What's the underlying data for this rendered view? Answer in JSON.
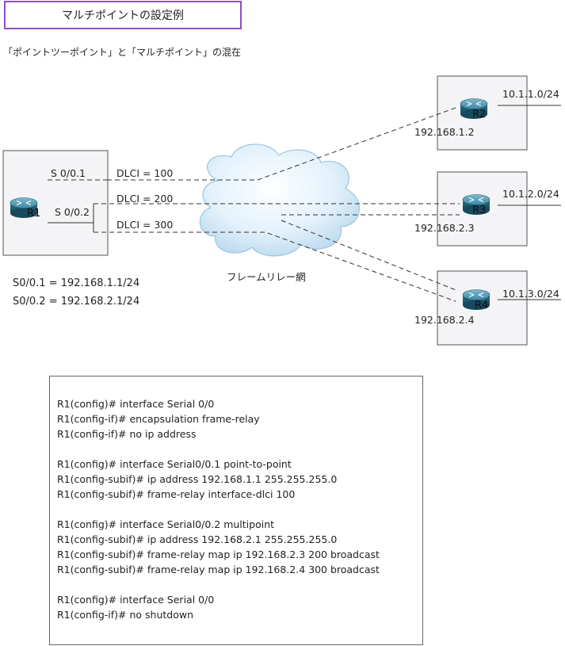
{
  "title": "マルチポイントの設定例",
  "subtitle": "「ポイントツーポイント」と「マルチポイント」の混在",
  "routers": {
    "r1": {
      "name": "R1"
    },
    "r2": {
      "name": "R2",
      "ip": "192.168.1.2",
      "lan": "10.1.1.0/24"
    },
    "r3": {
      "name": "R3",
      "ip": "192.168.2.3",
      "lan": "10.1.2.0/24"
    },
    "r4": {
      "name": "R4",
      "ip": "192.168.2.4",
      "lan": "10.1.3.0/24"
    }
  },
  "interfaces": {
    "s1": "S 0/0.1",
    "s2": "S 0/0.2"
  },
  "dlci": {
    "d100": "DLCI = 100",
    "d200": "DLCI = 200",
    "d300": "DLCI = 300"
  },
  "cloud_label": "フレームリレー網",
  "addresses": [
    "S0/0.1 = 192.168.1.1/24",
    "S0/0.2 = 192.168.2.1/24"
  ],
  "config": [
    [
      "R1(config)# interface Serial 0/0",
      "R1(config-if)# encapsulation frame-relay",
      "R1(config-if)# no ip address"
    ],
    [
      "R1(config)# interface Serial0/0.1 point-to-point",
      "R1(config-subif)# ip address 192.168.1.1 255.255.255.0",
      "R1(config-subif)# frame-relay interface-dlci 100"
    ],
    [
      "R1(config)# interface Serial0/0.2 multipoint",
      "R1(config-subif)# ip address 192.168.2.1 255.255.255.0",
      "R1(config-subif)# frame-relay map ip 192.168.2.3 200 broadcast",
      "R1(config-subif)# frame-relay map ip 192.168.2.4 300 broadcast"
    ],
    [
      "R1(config)# interface Serial 0/0",
      "R1(config-if)# no shutdown"
    ]
  ],
  "colors": {
    "title_border": "#8a4fc7",
    "router": "#2f6f86",
    "cloud": "#d8ecf8"
  }
}
